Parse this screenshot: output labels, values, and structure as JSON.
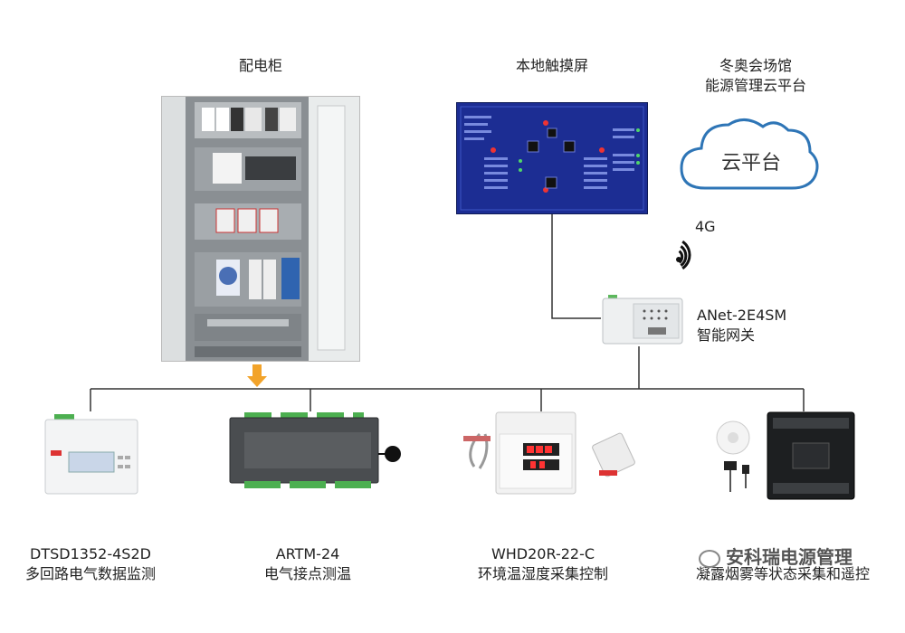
{
  "cabinet": {
    "label": "配电柜"
  },
  "touchscreen": {
    "label": "本地触摸屏"
  },
  "cloud": {
    "heading_line1": "冬奥会场馆",
    "heading_line2": "能源管理云平台",
    "text": "云平台"
  },
  "network": {
    "label": "4G"
  },
  "gateway": {
    "model": "ANet-2E4SM",
    "name": "智能网关"
  },
  "devices": [
    {
      "model": "DTSD1352-4S2D",
      "desc": "多回路电气数据监测"
    },
    {
      "model": "ARTM-24",
      "desc": "电气接点测温"
    },
    {
      "model": "WHD20R-22-C",
      "desc": "环境温湿度采集控制"
    },
    {
      "model": "",
      "desc": "凝露烟雾等状态采集和遥控"
    }
  ],
  "watermark": {
    "text": "安科瑞电源管理"
  },
  "colors": {
    "line": "#333333",
    "arrow": "#f2a32a",
    "screen_bg": "#1a2a8c",
    "cloud_stroke": "#2e75b6",
    "wifi": "#111111"
  }
}
